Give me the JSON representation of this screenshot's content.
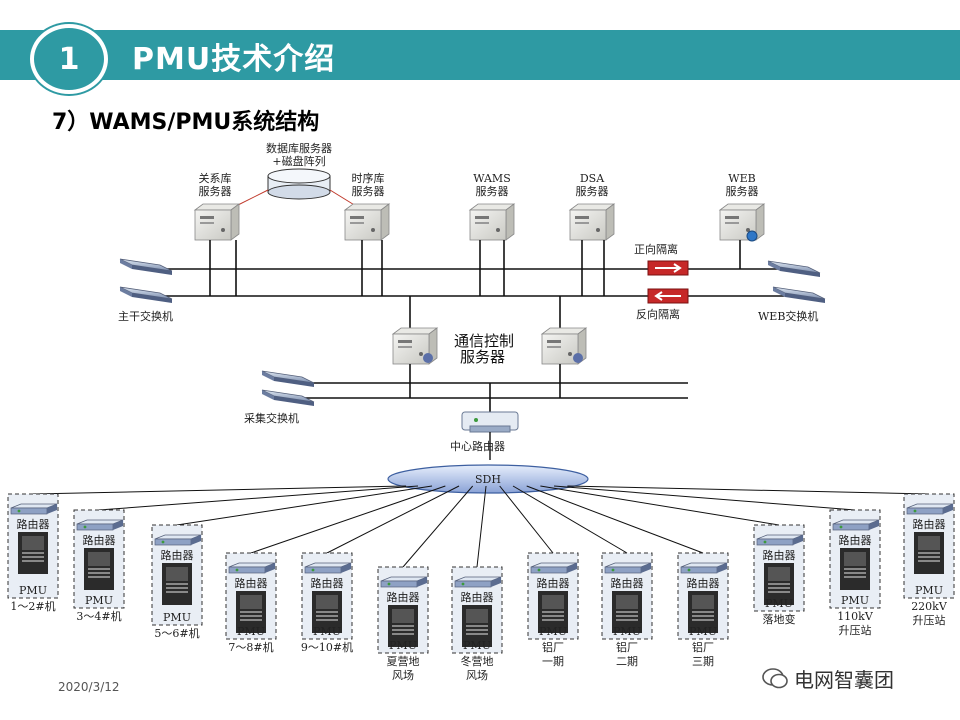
{
  "header": {
    "number": "1",
    "title": "PMU技术介绍"
  },
  "section": {
    "title": "7）WAMS/PMU系统结构"
  },
  "servers": {
    "db_line1": "数据库服务器",
    "db_line2": "+磁盘阵列",
    "relational_line1": "关系库",
    "relational_line2": "服务器",
    "timeseries_line1": "时序库",
    "timeseries_line2": "服务器",
    "wams_line1": "WAMS",
    "wams_line2": "服务器",
    "dsa_line1": "DSA",
    "dsa_line2": "服务器",
    "web_line1": "WEB",
    "web_line2": "服务器"
  },
  "network": {
    "forward_isolation": "正向隔离",
    "reverse_isolation": "反向隔离",
    "main_switch": "主干交换机",
    "web_switch": "WEB交换机",
    "comm_server_line1": "通信控制",
    "comm_server_line2": "服务器",
    "collect_switch": "采集交换机",
    "center_router": "中心路由器",
    "sdh": "SDH"
  },
  "stations": [
    {
      "router": "路由器",
      "device": "PMU",
      "name1": "1～2#机",
      "name2": ""
    },
    {
      "router": "路由器",
      "device": "PMU",
      "name1": "3～4#机",
      "name2": ""
    },
    {
      "router": "路由器",
      "device": "PMU",
      "name1": "5～6#机",
      "name2": ""
    },
    {
      "router": "路由器",
      "device": "PMU",
      "name1": "7～8#机",
      "name2": ""
    },
    {
      "router": "路由器",
      "device": "PMU",
      "name1": "9～10#机",
      "name2": ""
    },
    {
      "router": "路由器",
      "device": "PMU",
      "name1": "夏营地",
      "name2": "风场"
    },
    {
      "router": "路由器",
      "device": "PMU",
      "name1": "冬营地",
      "name2": "风场"
    },
    {
      "router": "路由器",
      "device": "PMU",
      "name1": "铝厂",
      "name2": "一期"
    },
    {
      "router": "路由器",
      "device": "PMU",
      "name1": "铝厂",
      "name2": "二期"
    },
    {
      "router": "路由器",
      "device": "PMU",
      "name1": "铝厂",
      "name2": "三期"
    },
    {
      "router": "路由器",
      "device": "PMU",
      "name1": "落地变",
      "name2": ""
    },
    {
      "router": "路由器",
      "device": "PMU",
      "name1": "110kV",
      "name2": "升压站"
    },
    {
      "router": "路由器",
      "device": "PMU",
      "name1": "220kV",
      "name2": "升压站"
    }
  ],
  "footer": {
    "date": "2020/3/12",
    "watermark": "电网智囊团"
  }
}
